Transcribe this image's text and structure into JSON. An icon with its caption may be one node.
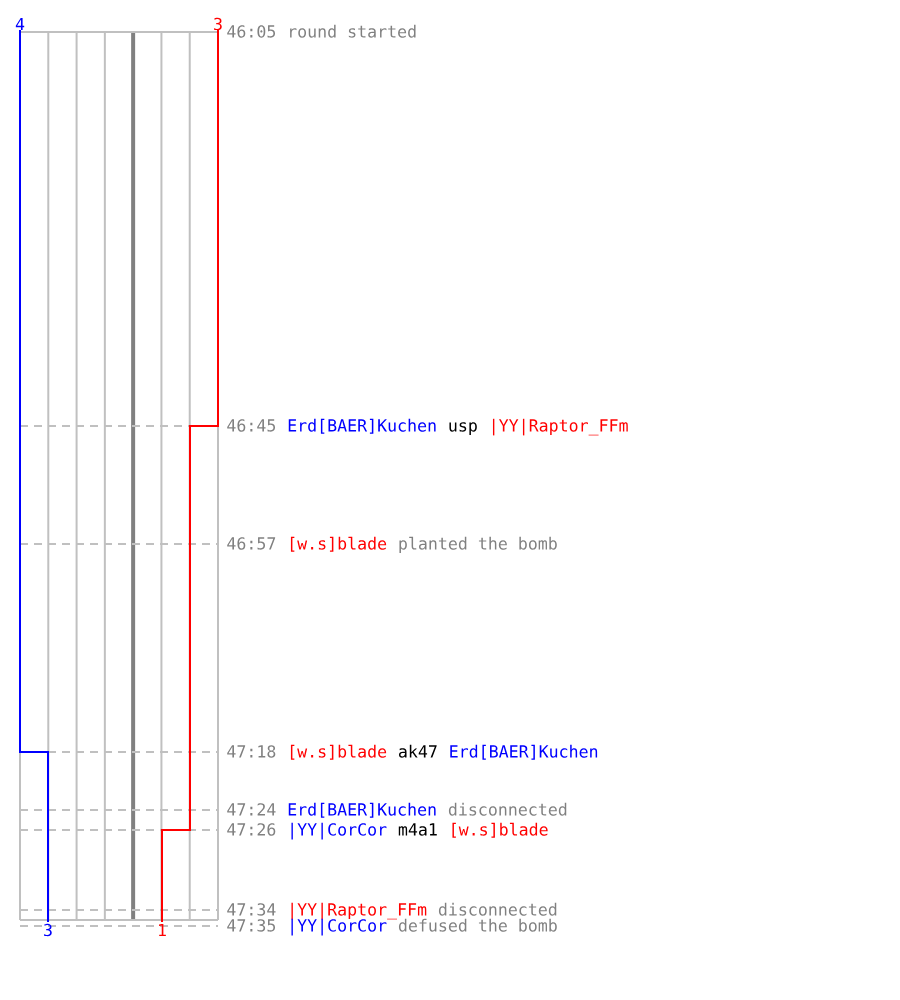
{
  "diagram": {
    "labels": [
      "4",
      "3",
      "46:05",
      "round started",
      "46:45",
      "Erd[BAER]Kuchen",
      "usp",
      "|YY|Raptor_FFm",
      "46:57",
      "[w.s]blade",
      "planted the bomb",
      "47:18",
      "[w.s]blade",
      "ak47",
      "Erd[BAER]Kuchen",
      "47:24",
      "Erd[BAER]Kuchen",
      "disconnected",
      "47:26",
      "|YY|CorCor",
      "m4a1",
      "[w.s]blade",
      "47:34",
      "|YY|Raptor_FFm",
      "disconnected",
      "3",
      "1",
      "47:35",
      "|YY|CorCor",
      "defused the bomb"
    ]
  }
}
